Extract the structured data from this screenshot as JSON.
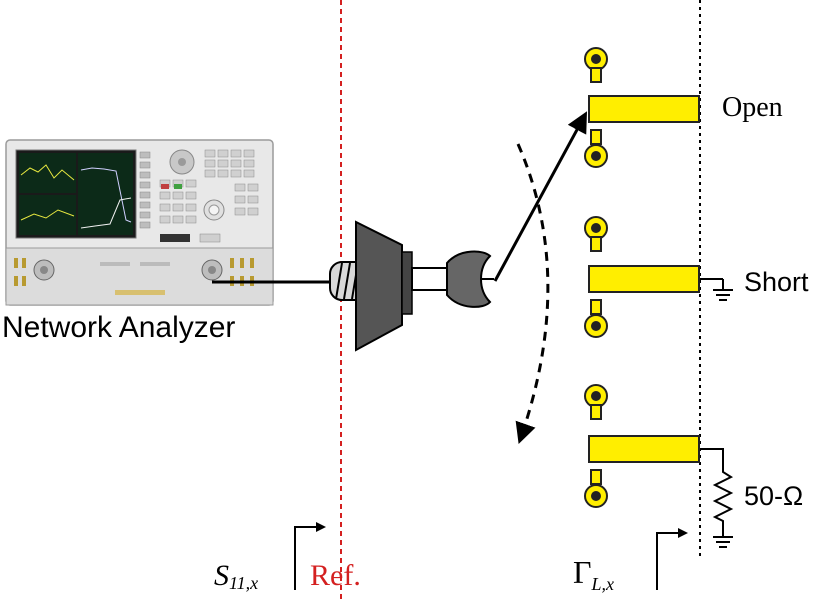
{
  "labels": {
    "analyzer": "Network Analyzer",
    "open": "Open",
    "short": "Short",
    "load": "50-Ω",
    "ref": "Ref.",
    "s11_main": "S",
    "s11_sub": "11,x",
    "gamma_main": "Γ",
    "gamma_sub": "L,x"
  },
  "colors": {
    "ref_line": "#d42020",
    "pad_fill": "#ffee00",
    "pad_stroke": "#222222",
    "connector": "#555555",
    "trace": "#000000"
  }
}
